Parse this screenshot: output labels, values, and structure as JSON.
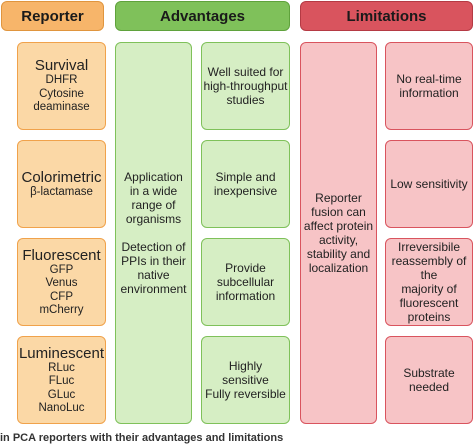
{
  "headers": {
    "reporter": "Reporter",
    "advantages": "Advantages",
    "limitations": "Limitations"
  },
  "reporters": [
    {
      "title": "Survival",
      "items": [
        "DHFR",
        "Cytosine",
        "deaminase"
      ]
    },
    {
      "title": "Colorimetric",
      "items": [
        "β-lactamase"
      ]
    },
    {
      "title": "Fluorescent",
      "items": [
        "GFP",
        "Venus",
        "CFP",
        "mCherry"
      ]
    },
    {
      "title": "Luminescent",
      "items": [
        "RLuc",
        "FLuc",
        "GLuc",
        "NanoLuc"
      ]
    }
  ],
  "advantages_general": {
    "block1": [
      "Application",
      "in a wide",
      "range of",
      "organisms"
    ],
    "block2": [
      "Detection of",
      "PPIs in their",
      "native",
      "environment"
    ]
  },
  "advantages_specific": [
    [
      "Well suited for",
      "high-throughput",
      "studies"
    ],
    [
      "Simple and",
      "inexpensive"
    ],
    [
      "Provide",
      "subcellular",
      "information"
    ],
    [
      "Highly",
      "sensitive",
      "Fully reversible"
    ]
  ],
  "limitations_general": [
    "Reporter",
    "fusion can",
    "affect protein",
    "activity,",
    "stability and",
    "localization"
  ],
  "limitations_specific": [
    [
      "No real-time",
      "information"
    ],
    [
      "Low sensitivity"
    ],
    [
      "Irreversibile",
      "reassembly of the",
      "majority of",
      "fluorescent",
      "proteins"
    ],
    [
      "Substrate",
      "needed"
    ]
  ],
  "caption": "in PCA reporters with their advantages and limitations"
}
